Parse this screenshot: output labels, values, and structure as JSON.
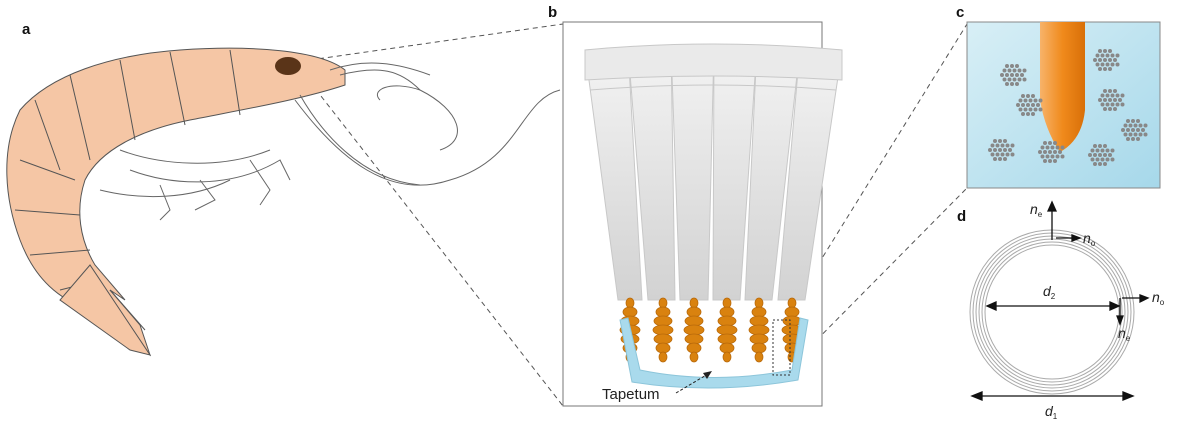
{
  "panels": {
    "a": {
      "label": "a"
    },
    "b": {
      "label": "b",
      "annotation": "Tapetum"
    },
    "c": {
      "label": "c"
    },
    "d": {
      "label": "d",
      "symbols": {
        "n_e_top": {
          "base": "n",
          "sub": "e"
        },
        "n_o_top": {
          "base": "n",
          "sub": "o"
        },
        "n_o_right": {
          "base": "n",
          "sub": "o"
        },
        "n_e_right": {
          "base": "n",
          "sub": "e"
        },
        "d2": {
          "base": "d",
          "sub": "2"
        },
        "d1": {
          "base": "d",
          "sub": "1"
        }
      }
    }
  },
  "colors": {
    "shrimp": "#f5c6a5",
    "eye": "#5a3418",
    "rhabdom": "#d9820f",
    "tapetum": "#a9daec",
    "panel_c_bg": "#bfe3ef",
    "tip": "#f08a1c",
    "particles": "#888888"
  }
}
